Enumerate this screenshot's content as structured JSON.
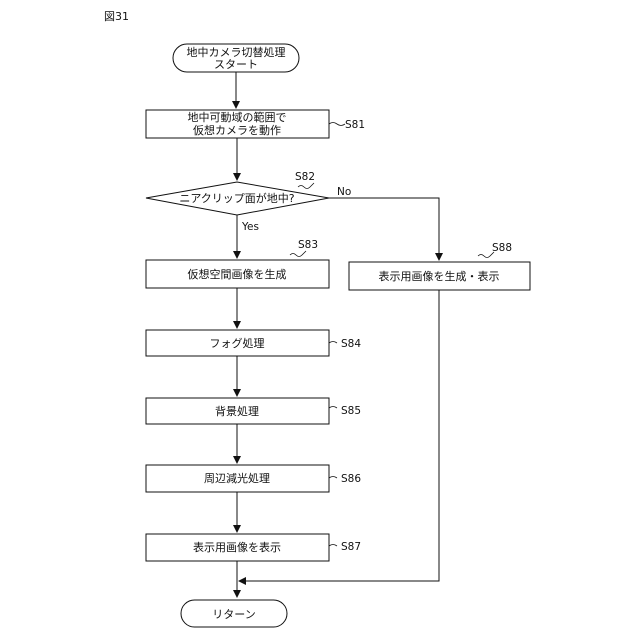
{
  "figure_label": "図31",
  "start": {
    "line1": "地中カメラ切替処理",
    "line2": "スタート"
  },
  "s81": {
    "line1": "地中可動域の範囲で",
    "line2": "仮想カメラを動作",
    "step": "S81"
  },
  "s82": {
    "text": "ニアクリップ面が地中?",
    "step": "S82",
    "yes": "Yes",
    "no": "No"
  },
  "s83": {
    "text": "仮想空間画像を生成",
    "step": "S83"
  },
  "s84": {
    "text": "フォグ処理",
    "step": "S84"
  },
  "s85": {
    "text": "背景処理",
    "step": "S85"
  },
  "s86": {
    "text": "周辺減光処理",
    "step": "S86"
  },
  "s87": {
    "text": "表示用画像を表示",
    "step": "S87"
  },
  "s88": {
    "text": "表示用画像を生成・表示",
    "step": "S88"
  },
  "end": {
    "text": "リターン"
  }
}
